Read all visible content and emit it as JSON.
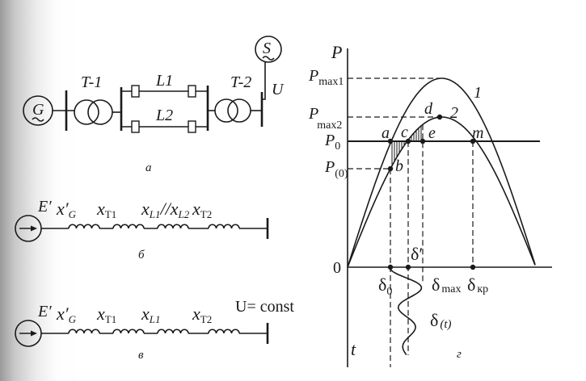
{
  "scheme_a": {
    "generator": "G",
    "transformer1": "T-1",
    "line1": "L1",
    "line2": "L2",
    "transformer2": "T-2",
    "system": "S",
    "voltage": "U",
    "caption": "а"
  },
  "scheme_b": {
    "emf": "E′",
    "elements": [
      {
        "main": "x′",
        "sub": "G"
      },
      {
        "main": "x",
        "sub": "T1"
      },
      {
        "main": "x",
        "sub": "L1",
        "extra": "//x",
        "extra_sub": "L2"
      },
      {
        "main": "x",
        "sub": "T2"
      }
    ],
    "caption": "б"
  },
  "scheme_v": {
    "emf": "E′",
    "elements": [
      {
        "main": "x′",
        "sub": "G"
      },
      {
        "main": "x",
        "sub": "T1"
      },
      {
        "main": "x",
        "sub": "L1"
      },
      {
        "main": "x",
        "sub": "T2"
      }
    ],
    "bus_label": "U= const",
    "caption": "в"
  },
  "graph": {
    "y_axis": "P",
    "t_axis": "t",
    "origin": "0",
    "levels": {
      "pmax1": {
        "main": "P",
        "sub": "max1"
      },
      "pmax2": {
        "main": "P",
        "sub": "max2"
      },
      "p0": {
        "main": "P",
        "sub": "0"
      },
      "p_0": {
        "main": "P",
        "sub": "(0)"
      }
    },
    "curve1_label": "1",
    "curve2_label": "2",
    "points": {
      "a": "a",
      "b": "b",
      "c": "c",
      "d": "d",
      "e": "e",
      "m": "m"
    },
    "delta0": {
      "main": "δ",
      "sub": "0"
    },
    "delta_prime": "δ′",
    "delta_max": {
      "main": "δ",
      "sub": "max"
    },
    "delta_kr": {
      "main": "δ",
      "sub": "кр"
    },
    "delta_t": {
      "main": "δ",
      "sub": "(t)"
    },
    "caption": "г"
  },
  "chart_data": {
    "type": "line",
    "xlabel": "δ",
    "ylabel": "P",
    "series": [
      {
        "name": "1",
        "shape": "sin",
        "amplitude": 1.0
      },
      {
        "name": "2",
        "shape": "sin",
        "amplitude": 0.79
      }
    ],
    "P0": 0.74,
    "xlim": [
      0,
      180
    ]
  }
}
